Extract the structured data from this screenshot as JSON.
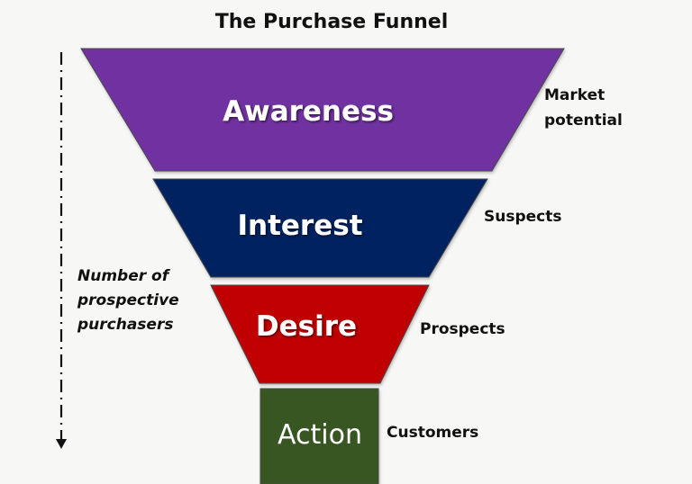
{
  "title": "The Purchase Funnel",
  "axis_label_lines": [
    "Number of",
    "prospective",
    "purchasers"
  ],
  "stages": [
    {
      "label": "Awareness",
      "side_label_lines": [
        "Market",
        "potential"
      ],
      "color": "#7030a0"
    },
    {
      "label": "Interest",
      "side_label_lines": [
        "Suspects"
      ],
      "color": "#002060"
    },
    {
      "label": "Desire",
      "side_label_lines": [
        "Prospects"
      ],
      "color": "#c00000"
    },
    {
      "label": "Action",
      "side_label_lines": [
        "Customers"
      ],
      "color": "#385723"
    }
  ]
}
